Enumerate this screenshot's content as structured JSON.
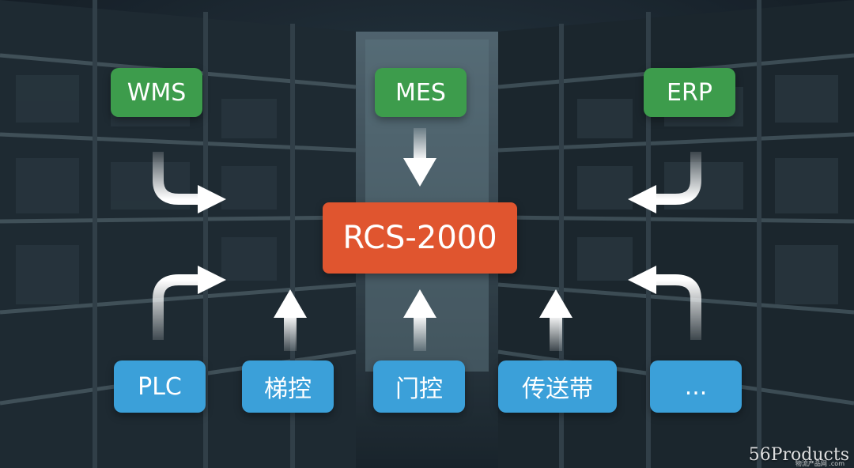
{
  "diagram": {
    "center": "RCS-2000",
    "top_nodes": [
      "WMS",
      "MES",
      "ERP"
    ],
    "bottom_nodes": [
      "PLC",
      "梯控",
      "门控",
      "传送带",
      "..."
    ]
  },
  "watermark": {
    "text": "56Products",
    "sub": "物流产品网 .com"
  },
  "colors": {
    "top_node": "#3d9c4c",
    "bottom_node": "#3ba0d9",
    "center_node": "#e0552f",
    "arrow": "#ffffff"
  }
}
